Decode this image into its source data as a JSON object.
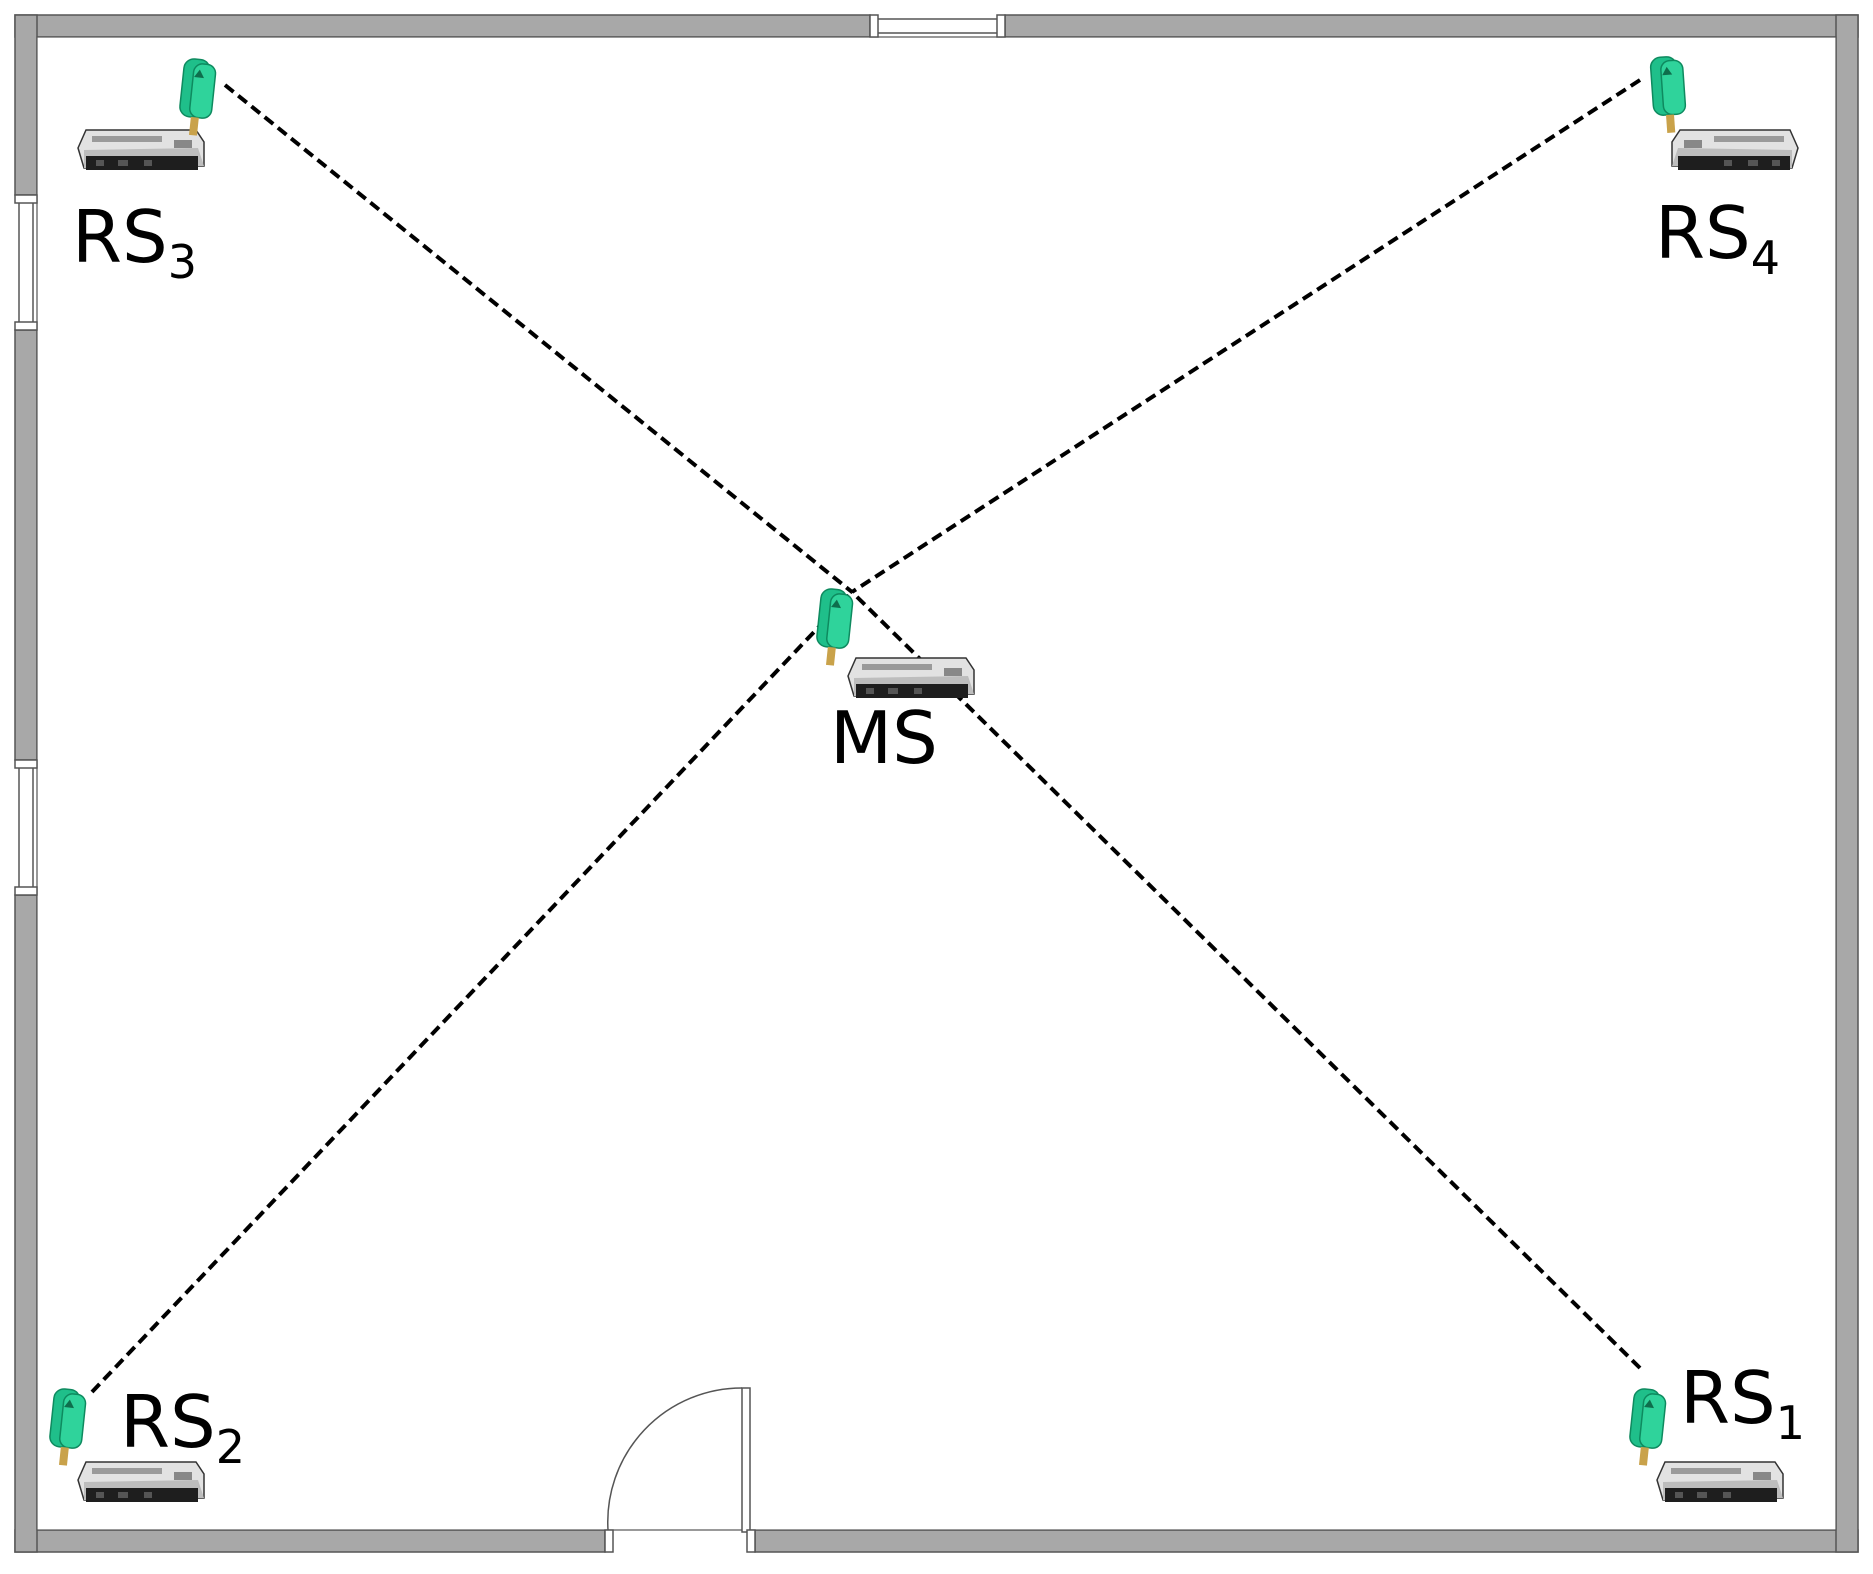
{
  "diagram": {
    "nodes": [
      {
        "id": "rs3",
        "base": "RS",
        "sub": "3"
      },
      {
        "id": "rs4",
        "base": "RS",
        "sub": "4"
      },
      {
        "id": "ms",
        "base": "MS",
        "sub": ""
      },
      {
        "id": "rs2",
        "base": "RS",
        "sub": "2"
      },
      {
        "id": "rs1",
        "base": "RS",
        "sub": "1"
      }
    ],
    "links": [
      {
        "from": "rs3",
        "to": "ms"
      },
      {
        "from": "rs4",
        "to": "ms"
      },
      {
        "from": "rs2",
        "to": "ms"
      },
      {
        "from": "rs1",
        "to": "ms"
      }
    ],
    "colors": {
      "wall": "#a8a8a8",
      "wall_outline": "#555555",
      "antenna": "#1fbf8a",
      "antenna_dark": "#0e8a5f",
      "device_body": "#2b2b2b",
      "device_top": "#c8c8c8",
      "link": "#000000"
    }
  }
}
